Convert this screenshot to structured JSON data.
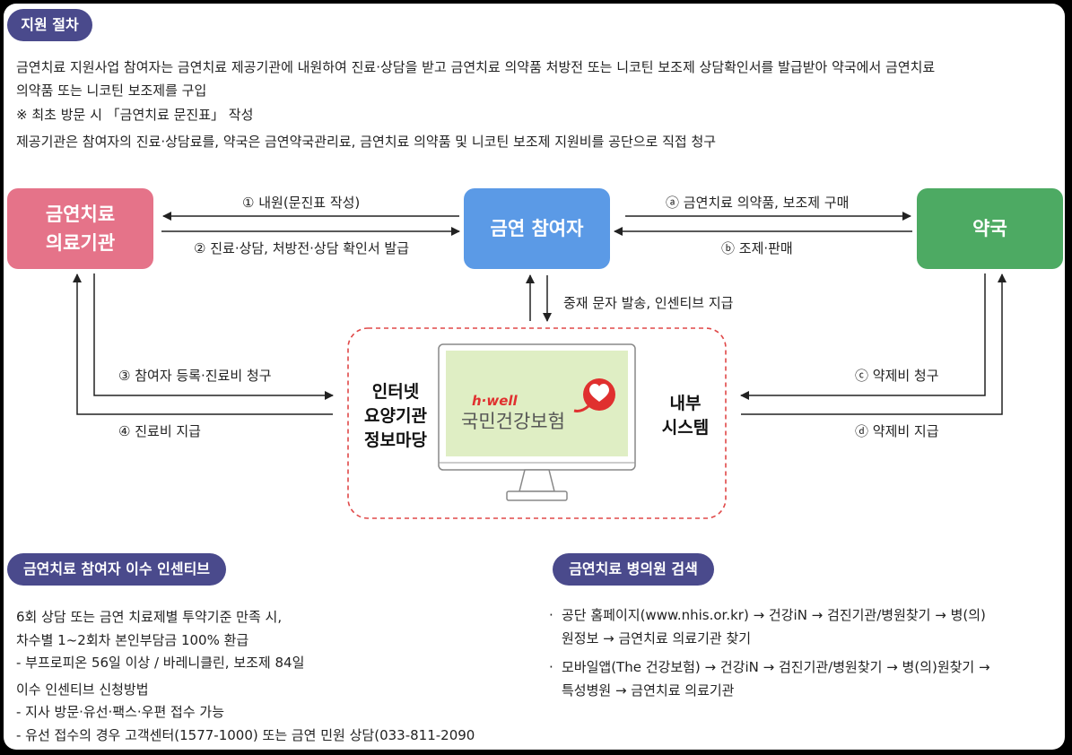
{
  "section1": {
    "badge": "지원 절차",
    "line1": "금연치료 지원사업 참여자는 금연치료 제공기관에 내원하여 진료·상담을 받고 금연치료 의약품 처방전 또는 니코틴 보조제 상담확인서를 발급받아 약국에서 금연치료",
    "line2": "의약품 또는 니코틴 보조제를 구입",
    "line3": "※ 최초 방문 시 「금연치료 문진표」 작성",
    "line4": "제공기관은 참여자의 진료·상담료를, 약국은 금연약국관리료, 금연치료 의약품 및 니코틴 보조제 지원비를 공단으로 직접 청구"
  },
  "diagram": {
    "clinic_line1": "금연치료",
    "clinic_line2": "의료기관",
    "participant": "금연 참여자",
    "pharmacy": "약국",
    "label_1": "① 내원(문진표 작성)",
    "label_2": "② 진료·상담, 처방전·상담 확인서 발급",
    "label_a": "ⓐ 금연치료 의약품, 보조제 구매",
    "label_b": "ⓑ 조제·판매",
    "label_sms": "중재 문자 발송, 인센티브 지급",
    "label_3": "③ 참여자 등록·진료비 청구",
    "label_4": "④ 진료비 지급",
    "label_c": "ⓒ 약제비 청구",
    "label_d": "ⓓ 약제비 지급",
    "left_system_1": "인터넷",
    "left_system_2": "요양기관",
    "left_system_3": "정보마당",
    "right_system_1": "내부",
    "right_system_2": "시스템",
    "logo_brand": "h·well",
    "logo_name": "국민건강보험",
    "colors": {
      "clinic": "#e57389",
      "participant": "#5b9ae6",
      "pharmacy": "#4daa63",
      "badge": "#4a4a8c",
      "dashed": "#e04848"
    }
  },
  "section2": {
    "badge": "금연치료 참여자 이수 인센티브",
    "lines": [
      "6회 상담 또는 금연 치료제별 투약기준 만족 시,",
      "차수별 1~2회차 본인부담금 100% 환급",
      "- 부프로피온 56일 이상 / 바레니클린, 보조제 84일",
      "이수 인센티브 신청방법",
      "- 지사 방문·유선·팩스·우편 접수 가능",
      "- 유선 접수의 경우 고객센터(1577-1000) 또는 금연 민원 상담(033-811-2090"
    ]
  },
  "section3": {
    "badge": "금연치료 병의원 검색",
    "item1_line1": "공단 홈페이지(www.nhis.or.kr) → 건강iN → 검진기관/병원찾기 → 병(의)",
    "item1_line2": "원정보 → 금연치료 의료기관 찾기",
    "item2_line1": "모바일앱(The 건강보험) → 건강iN → 검진기관/병원찾기 → 병(의)원찾기 →",
    "item2_line2": "특성병원 → 금연치료 의료기관",
    "bullet": "·"
  }
}
